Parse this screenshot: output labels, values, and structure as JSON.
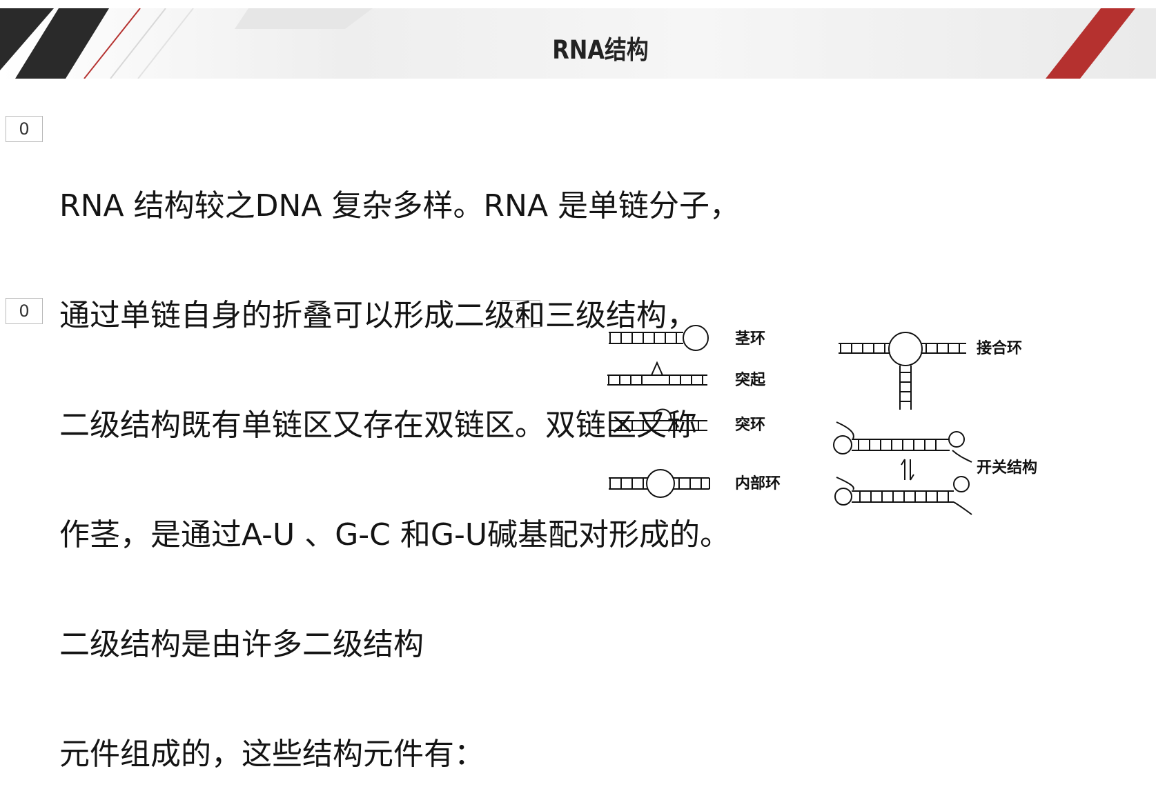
{
  "slide": {
    "title": "RNA结构",
    "body_lines": [
      "RNA 结构较之DNA 复杂多样。RNA 是单链分子，",
      "通过单链自身的折叠可以形成二级和三级结构，",
      "二级结构既有单链区又存在双链区。双链区又称",
      "作茎，是通过A-U 、G-C 和G-U碱基配对形成的。",
      "二级结构是由许多二级结构",
      "元件组成的，这些结构元件有："
    ],
    "markers": [
      "0",
      "0",
      "0"
    ]
  },
  "diagram": {
    "labels": {
      "stem_loop": "茎环",
      "bulge": "突起",
      "bulge_loop": "突环",
      "internal_loop": "内部环",
      "junction_loop": "接合环",
      "switch_structure": "开关结构"
    }
  },
  "colors": {
    "accent_red": "#b5312f",
    "stripe_dark": "#2a2a2a"
  }
}
